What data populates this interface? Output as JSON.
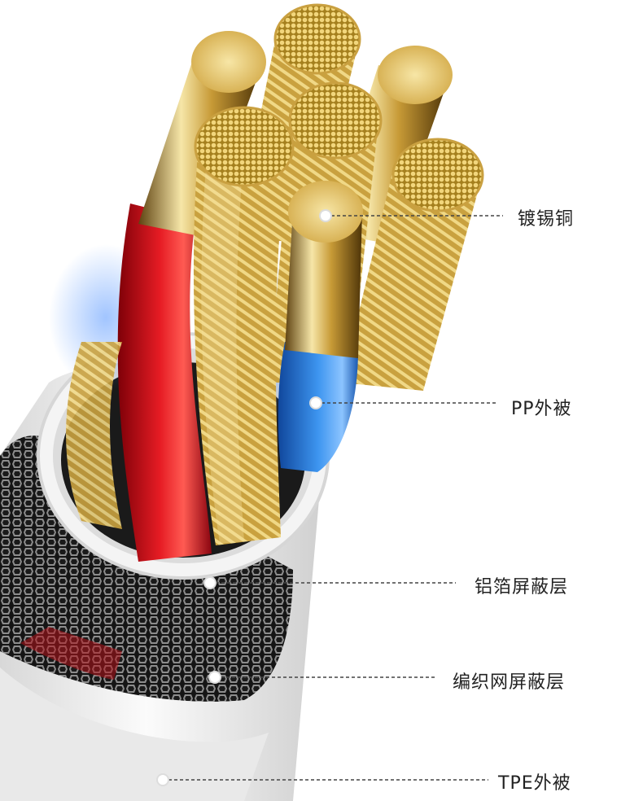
{
  "callouts": [
    {
      "label": "镀锡铜",
      "part": "tinned-copper-conductor"
    },
    {
      "label": "PP外被",
      "part": "pp-insulation"
    },
    {
      "label": "铝箔屏蔽层",
      "part": "aluminum-foil-shield"
    },
    {
      "label": "编织网屏蔽层",
      "part": "braided-mesh-shield"
    },
    {
      "label": "TPE外被",
      "part": "tpe-outer-jacket"
    }
  ],
  "colors": {
    "copper": "#e6c36a",
    "copper_dark": "#9a7420",
    "red_insulation": "#d8141c",
    "blue_insulation": "#2f86e6",
    "jacket": "#f2f2f2",
    "braid": "#2a2a2a",
    "leader_line": "#444444"
  }
}
